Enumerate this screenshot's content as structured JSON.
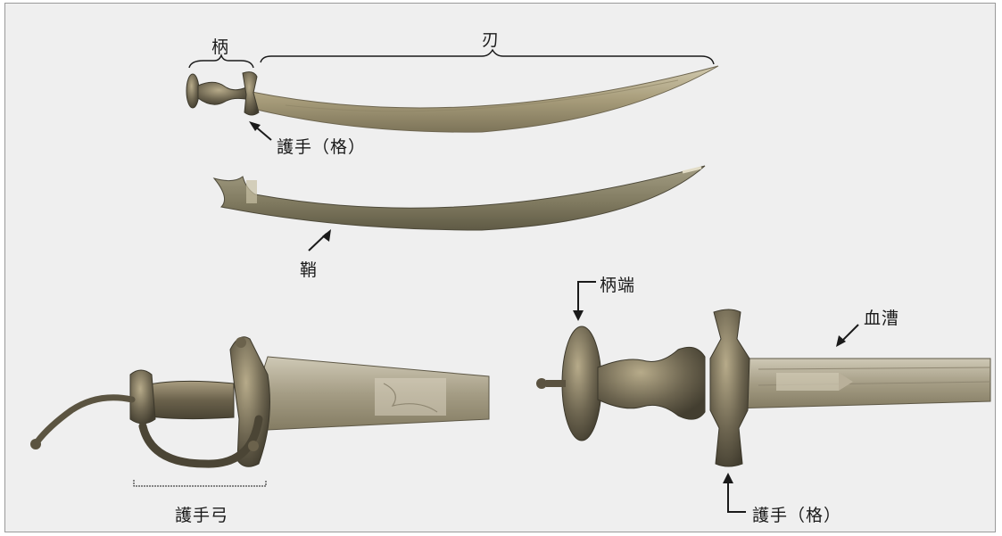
{
  "labels": {
    "hilt": "柄",
    "blade": "刃",
    "guard_top": "護手（格）",
    "scabbard": "鞘",
    "pommel": "柄端",
    "fuller": "血漕",
    "knuckle_bow": "護手弓",
    "guard_bottom": "護手（格）"
  },
  "colors": {
    "background": "#efefef",
    "border": "#9a9a9a",
    "blade": "#b0a584",
    "scabbard": "#8a8466",
    "hilt_metal": "#6e6650",
    "ink": "#1a1a1a"
  }
}
